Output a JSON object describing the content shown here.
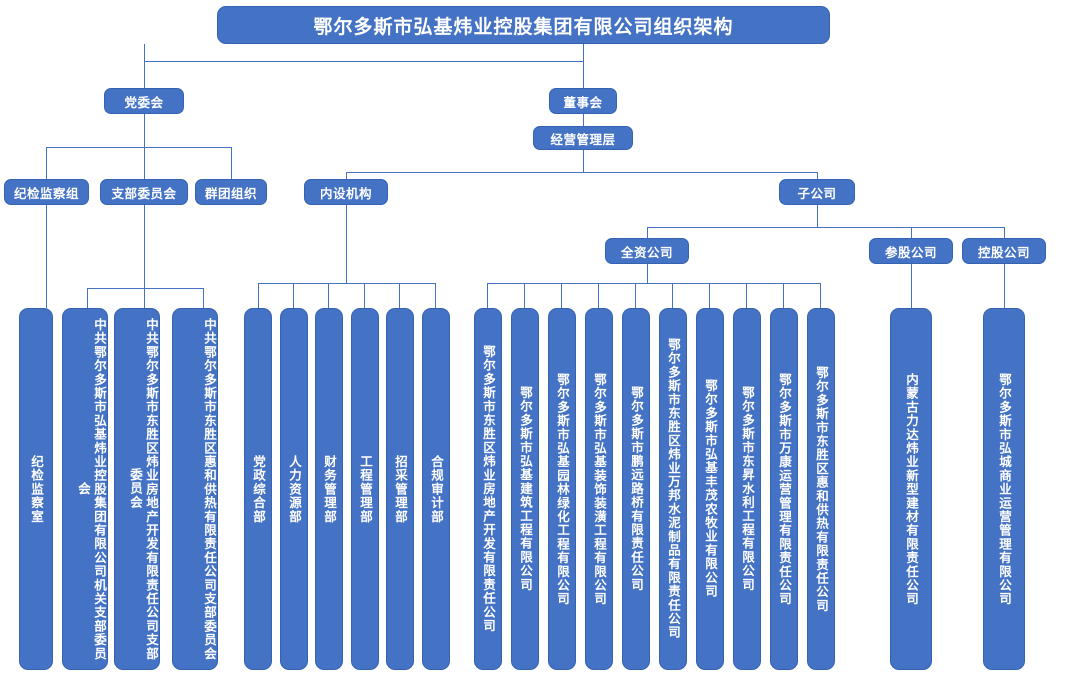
{
  "chart": {
    "type": "diagram",
    "kind": "organization-chart",
    "title": "鄂尔多斯市弘基炜业控股集团有限公司组织架构",
    "colors": {
      "box_fill": "#4472C4",
      "box_border": "#3563B0",
      "connector": "#4472C4",
      "text": "#FFFFFF",
      "background": "#FFFFFF"
    }
  },
  "title": {
    "label": "鄂尔多斯市弘基炜业控股集团有限公司组织架构"
  },
  "level1": {
    "party_committee": "党委会",
    "board_of_directors": "董事会"
  },
  "level2": {
    "management": "经营管理层"
  },
  "party_branch": {
    "discipline_group": "纪检监察组",
    "branch_committee": "支部委员会",
    "mass_organizations": "群团组织"
  },
  "business_branch": {
    "internal_departments": "内设机构",
    "subsidiaries": "子公司"
  },
  "subsidiary_types": {
    "wholly_owned": "全资公司",
    "equity_participation": "参股公司",
    "holding": "控股公司"
  },
  "discipline_leaves": [
    {
      "label": "纪检监察室"
    }
  ],
  "party_branch_leaves": [
    {
      "label": "中共鄂尔多斯市弘基炜业控股集团有限公司机关支部委员会"
    },
    {
      "label": "中共鄂尔多斯市东胜区炜业房地产开发有限责任公司支部委员会"
    },
    {
      "label": "中共鄂尔多斯市东胜区惠和供热有限责任公司支部委员会"
    }
  ],
  "departments": [
    {
      "label": "党政综合部"
    },
    {
      "label": "人力资源部"
    },
    {
      "label": "财务管理部"
    },
    {
      "label": "工程管理部"
    },
    {
      "label": "招采管理部"
    },
    {
      "label": "合规审计部"
    }
  ],
  "wholly_owned_companies": [
    {
      "label": "鄂尔多斯市东胜区炜业房地产开发有限责任公司"
    },
    {
      "label": "鄂尔多斯市弘基建筑工程有限公司"
    },
    {
      "label": "鄂尔多斯市弘基园林绿化工程有限公司"
    },
    {
      "label": "鄂尔多斯市弘基装饰装潢工程有限公司"
    },
    {
      "label": "鄂尔多斯市鹏远路桥有限责任公司"
    },
    {
      "label": "鄂尔多斯市东胜区炜业万邦水泥制品有限责任公司"
    },
    {
      "label": "鄂尔多斯市弘基丰茂农牧业有限公司"
    },
    {
      "label": "鄂尔多斯市东昇水利工程有限公司"
    },
    {
      "label": "鄂尔多斯市万康运营管理有限责任公司"
    },
    {
      "label": "鄂尔多斯市东胜区惠和供热有限责任公司"
    }
  ],
  "equity_participation_companies": [
    {
      "label": "内蒙古力达炜业新型建材有限责任公司"
    }
  ],
  "holding_companies": [
    {
      "label": "鄂尔多斯市弘城商业运营管理有限公司"
    }
  ]
}
